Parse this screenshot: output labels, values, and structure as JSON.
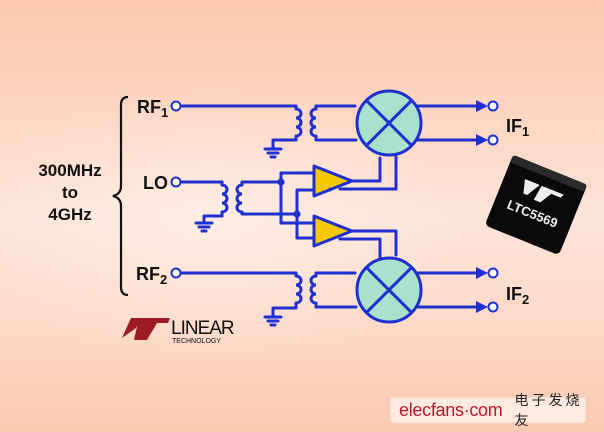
{
  "title": "LTC5569 dual active downconverting mixer block diagram",
  "frequency_range": {
    "line1": "300MHz",
    "line2": "to",
    "line3": "4GHz"
  },
  "ports": {
    "rf1": {
      "name": "RF",
      "sub": "1"
    },
    "lo": {
      "name": "LO"
    },
    "rf2": {
      "name": "RF",
      "sub": "2"
    },
    "if1": {
      "name": "IF",
      "sub": "1"
    },
    "if2": {
      "name": "IF",
      "sub": "2"
    }
  },
  "chip": {
    "part_number": "LTC5569"
  },
  "logo": {
    "brand": "LINEAR",
    "tagline": "TECHNOLOGY"
  },
  "watermark": {
    "brand": "elecfans·com",
    "chinese": "电子发烧友"
  },
  "colors": {
    "wire": "#1f2fd0",
    "mixer_fill": "#a8e2cc",
    "amplifier_fill": "#f5c800",
    "logo_red": "#9b1c24",
    "background": "#fdd8c6"
  }
}
